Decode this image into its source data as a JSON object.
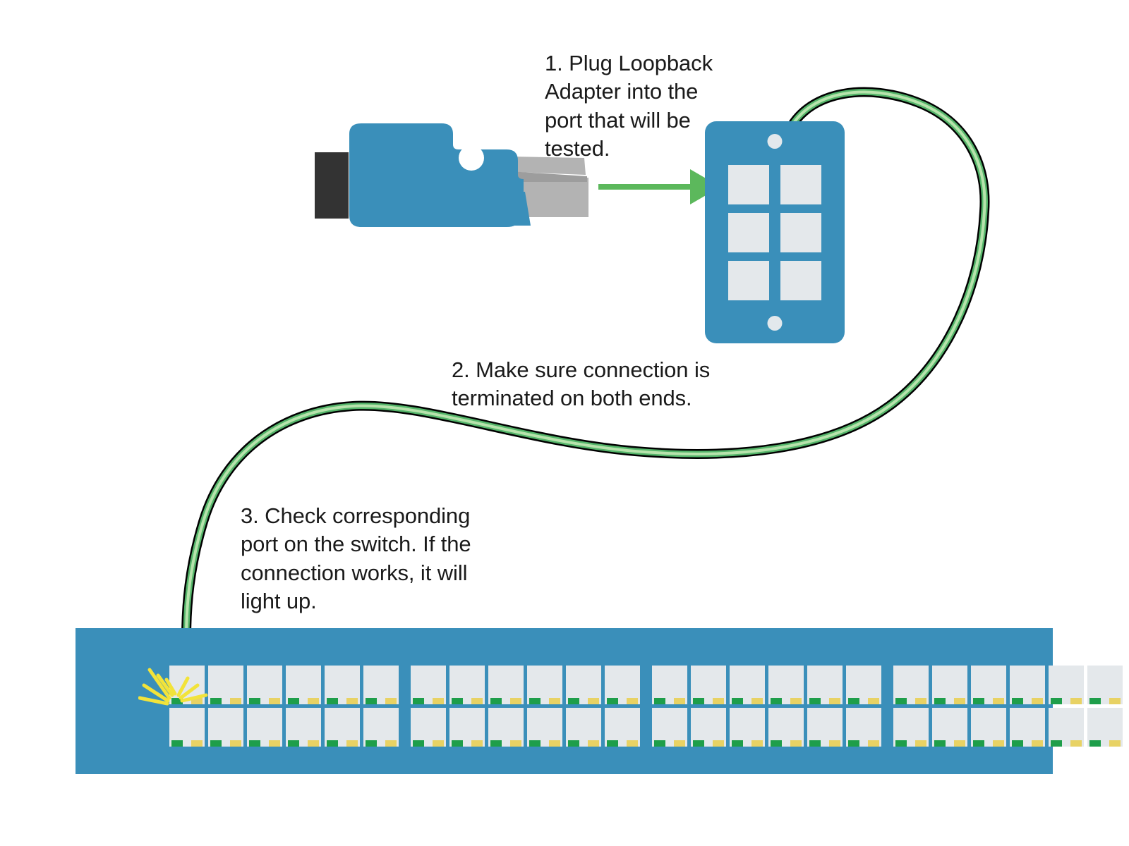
{
  "page": {
    "title": "Loopback Adapter Cable Test Procedure",
    "background_color": "#ffffff"
  },
  "colors": {
    "device_blue": "#3a8fba",
    "adapter_blue": "#3a8fba",
    "adapter_tail_dark": "#333333",
    "adapter_clip_gray": "#b3b3b3",
    "jack_gray": "#e4e8eb",
    "arrow_green": "#5cb85c",
    "cable_green": "#54b56a",
    "cable_highlight": "#b7e3ac",
    "cable_outline": "#000000",
    "led_green": "#1e9e4a",
    "led_amber": "#e8d264",
    "sparkle_yellow": "#f2e33a",
    "text_black": "#1a1a1a"
  },
  "steps": [
    {
      "number": "1",
      "name": "plug-loopback-adapter",
      "text": "1. Plug Loopback\nAdapter into the\nport that will be\ntested."
    },
    {
      "number": "2",
      "name": "verify-termination",
      "text": "2. Make sure connection is\nterminated on both ends."
    },
    {
      "number": "3",
      "name": "check-switch-port",
      "text": "3. Check corresponding\nport on the switch. If the\nconnection works, it will\nlight up."
    }
  ],
  "loopback_adapter": {
    "label": "loopback-adapter",
    "body_color": "#3a8fba",
    "tail_color": "#333333",
    "clip_color": "#b3b3b3",
    "has_release_tab": true
  },
  "wall_plate": {
    "label": "wall-plate",
    "plate_color": "#3a8fba",
    "screw_count": 2,
    "jack_rows": 3,
    "jack_columns": 2,
    "jack_total": 6,
    "jack_color": "#e4e8eb"
  },
  "insertion_arrow": {
    "label": "insertion-arrow",
    "color": "#5cb85c",
    "direction": "right",
    "points_to": "wall-plate"
  },
  "cable": {
    "label": "patch-cable",
    "fill_color": "#54b56a",
    "highlight_color": "#b7e3ac",
    "outline_color": "#000000",
    "from": "wall-plate",
    "to": "network-switch-port-1"
  },
  "cable_arrow": {
    "label": "cable-end-arrow",
    "fill_color": "#4caf50",
    "outline_color": "#000000",
    "direction": "down",
    "points_to": "network-switch-port-1"
  },
  "network_switch": {
    "label": "network-switch",
    "chassis_color": "#3a8fba",
    "port_rows": 2,
    "ports_per_row": 24,
    "ports_per_group": 6,
    "groups_per_row": 4,
    "total_ports": 48,
    "port_color": "#e4e8eb",
    "led_green_color": "#1e9e4a",
    "led_amber_color": "#e8d264",
    "active_port": {
      "row": 1,
      "index": 1,
      "status": "lit",
      "indicator": "sparkle",
      "sparkle_color": "#f2e33a"
    }
  }
}
